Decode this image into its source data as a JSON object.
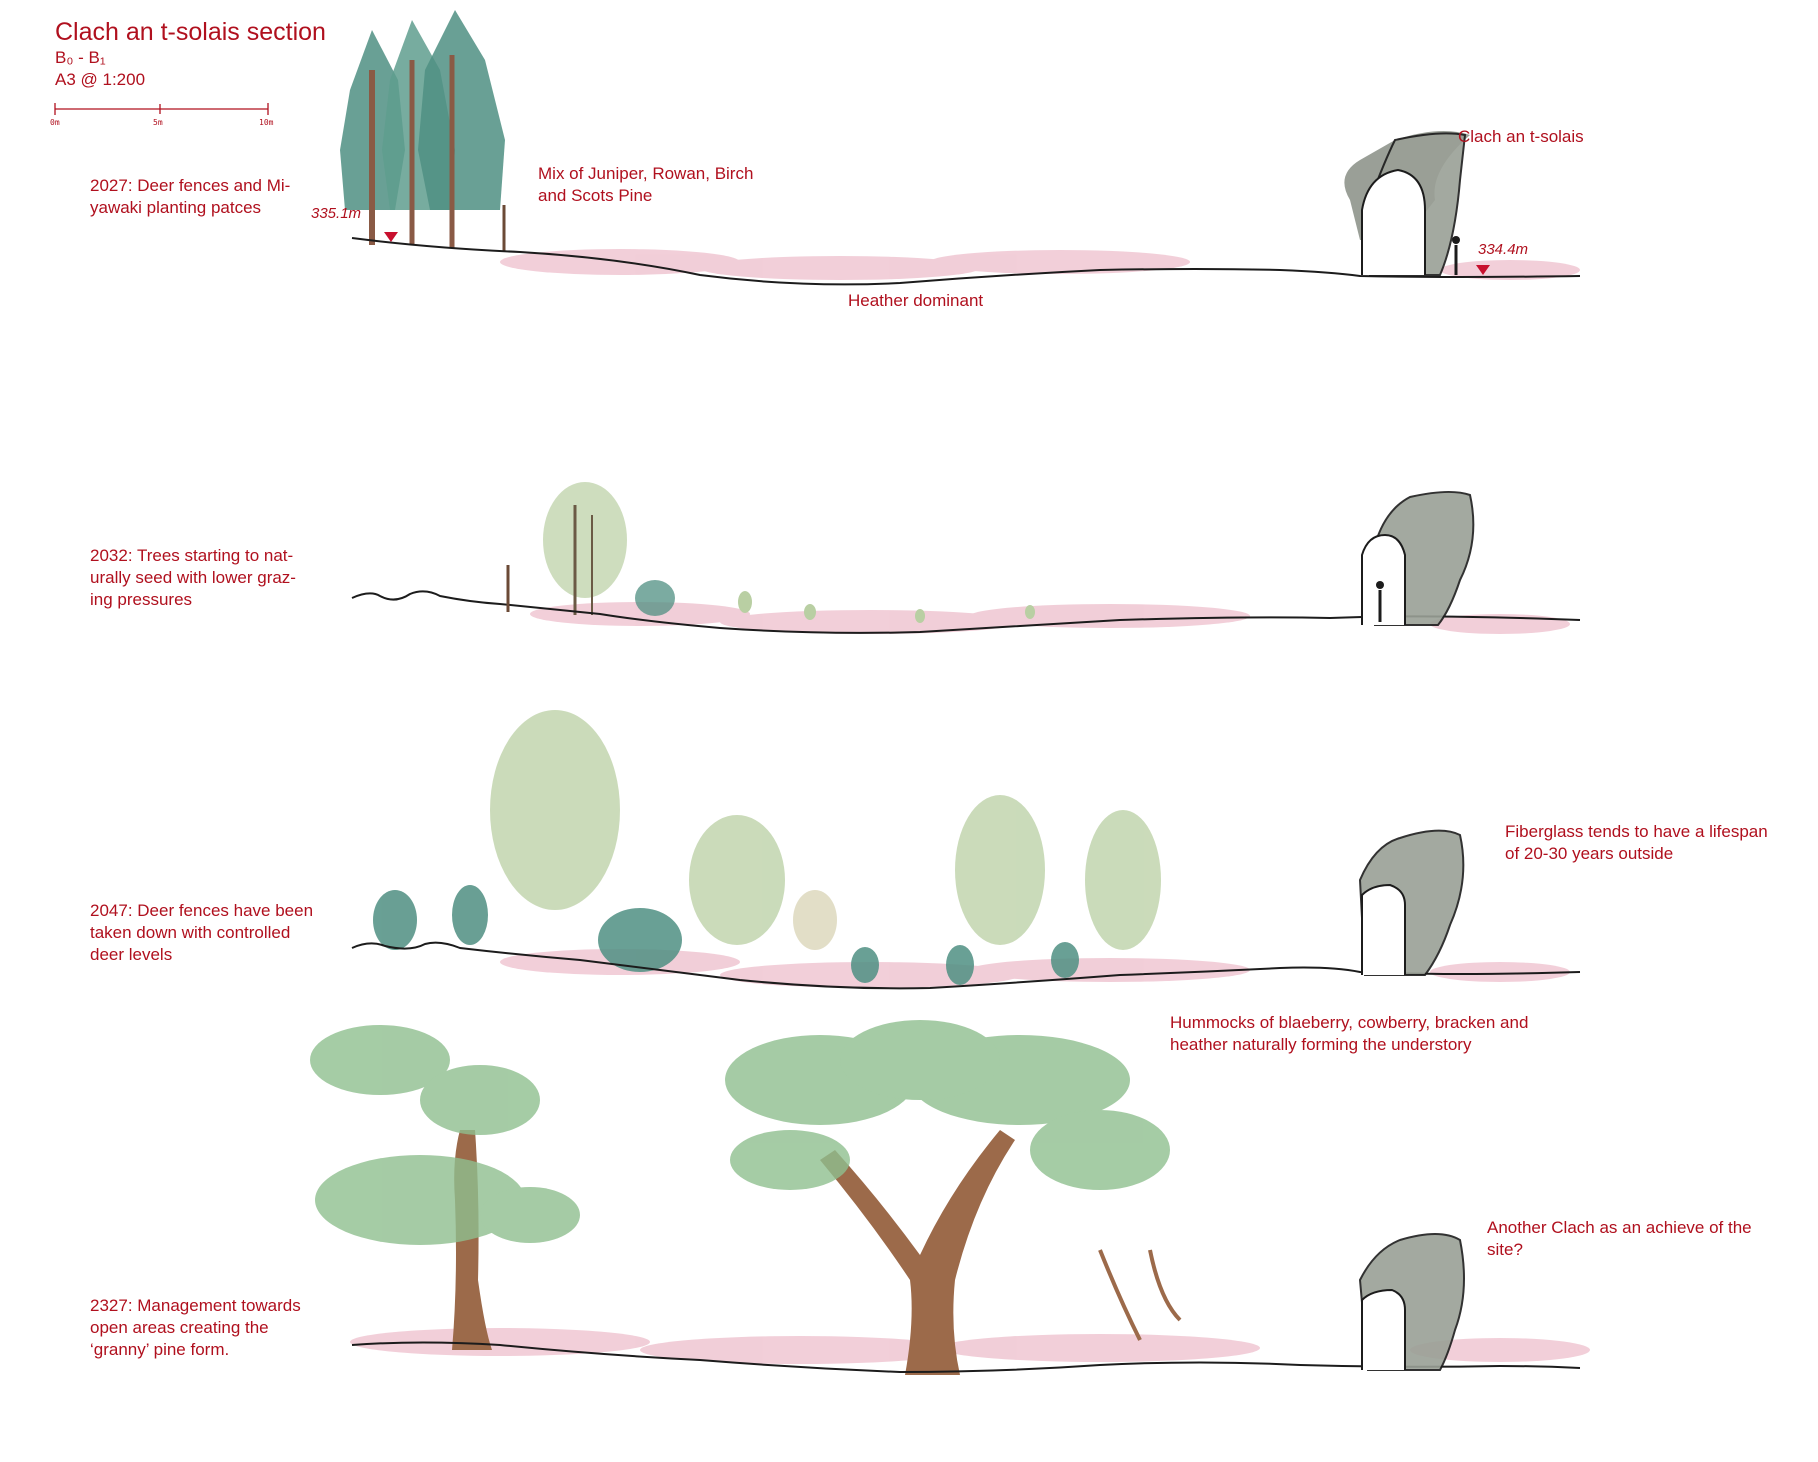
{
  "header": {
    "title": "Clach an t-solais section",
    "section_ref": "B₀ - B₁",
    "sheet_scale": "A3 @ 1:200",
    "scale_bar_ticks": [
      "0m",
      "5m",
      "10m"
    ]
  },
  "sections": [
    {
      "year_caption_lines": [
        "2027: Deer fences and Mi-",
        "yawaki planting patces"
      ],
      "elevation_left": "335.1m",
      "elevation_right": "334.4m",
      "planting_label_lines": [
        "Mix of Juniper, Rowan, Birch",
        "and Scots Pine"
      ],
      "ground_label": "Heather dominant",
      "stone_label": "Clach an t-solais"
    },
    {
      "year_caption_lines": [
        "2032: Trees starting to nat-",
        "urally seed with lower graz-",
        "ing pressures"
      ]
    },
    {
      "year_caption_lines": [
        "2047: Deer fences have been",
        "taken down with controlled",
        "deer levels"
      ],
      "stone_note_lines": [
        "Fiberglass tends to have a lifespan",
        "of 20-30 years outside"
      ],
      "understory_note_lines": [
        "Hummocks of blaeberry, cowberry, bracken and",
        "heather naturally forming the understory"
      ]
    },
    {
      "year_caption_lines": [
        "2327: Management towards",
        "open areas creating the",
        "‘granny’ pine form."
      ],
      "stone_note_lines": [
        "Another Clach as an achieve of the",
        "site?"
      ]
    }
  ],
  "colors": {
    "annotation_red": "#b0101e",
    "heather_pink": "#e7a7b9",
    "pine_green": "#4f8f82",
    "birch_green": "#b9cfa3",
    "stone_grey": "#8f958c",
    "trunk_brown": "#9c6a4a",
    "ground_line": "#1c1c1c"
  }
}
